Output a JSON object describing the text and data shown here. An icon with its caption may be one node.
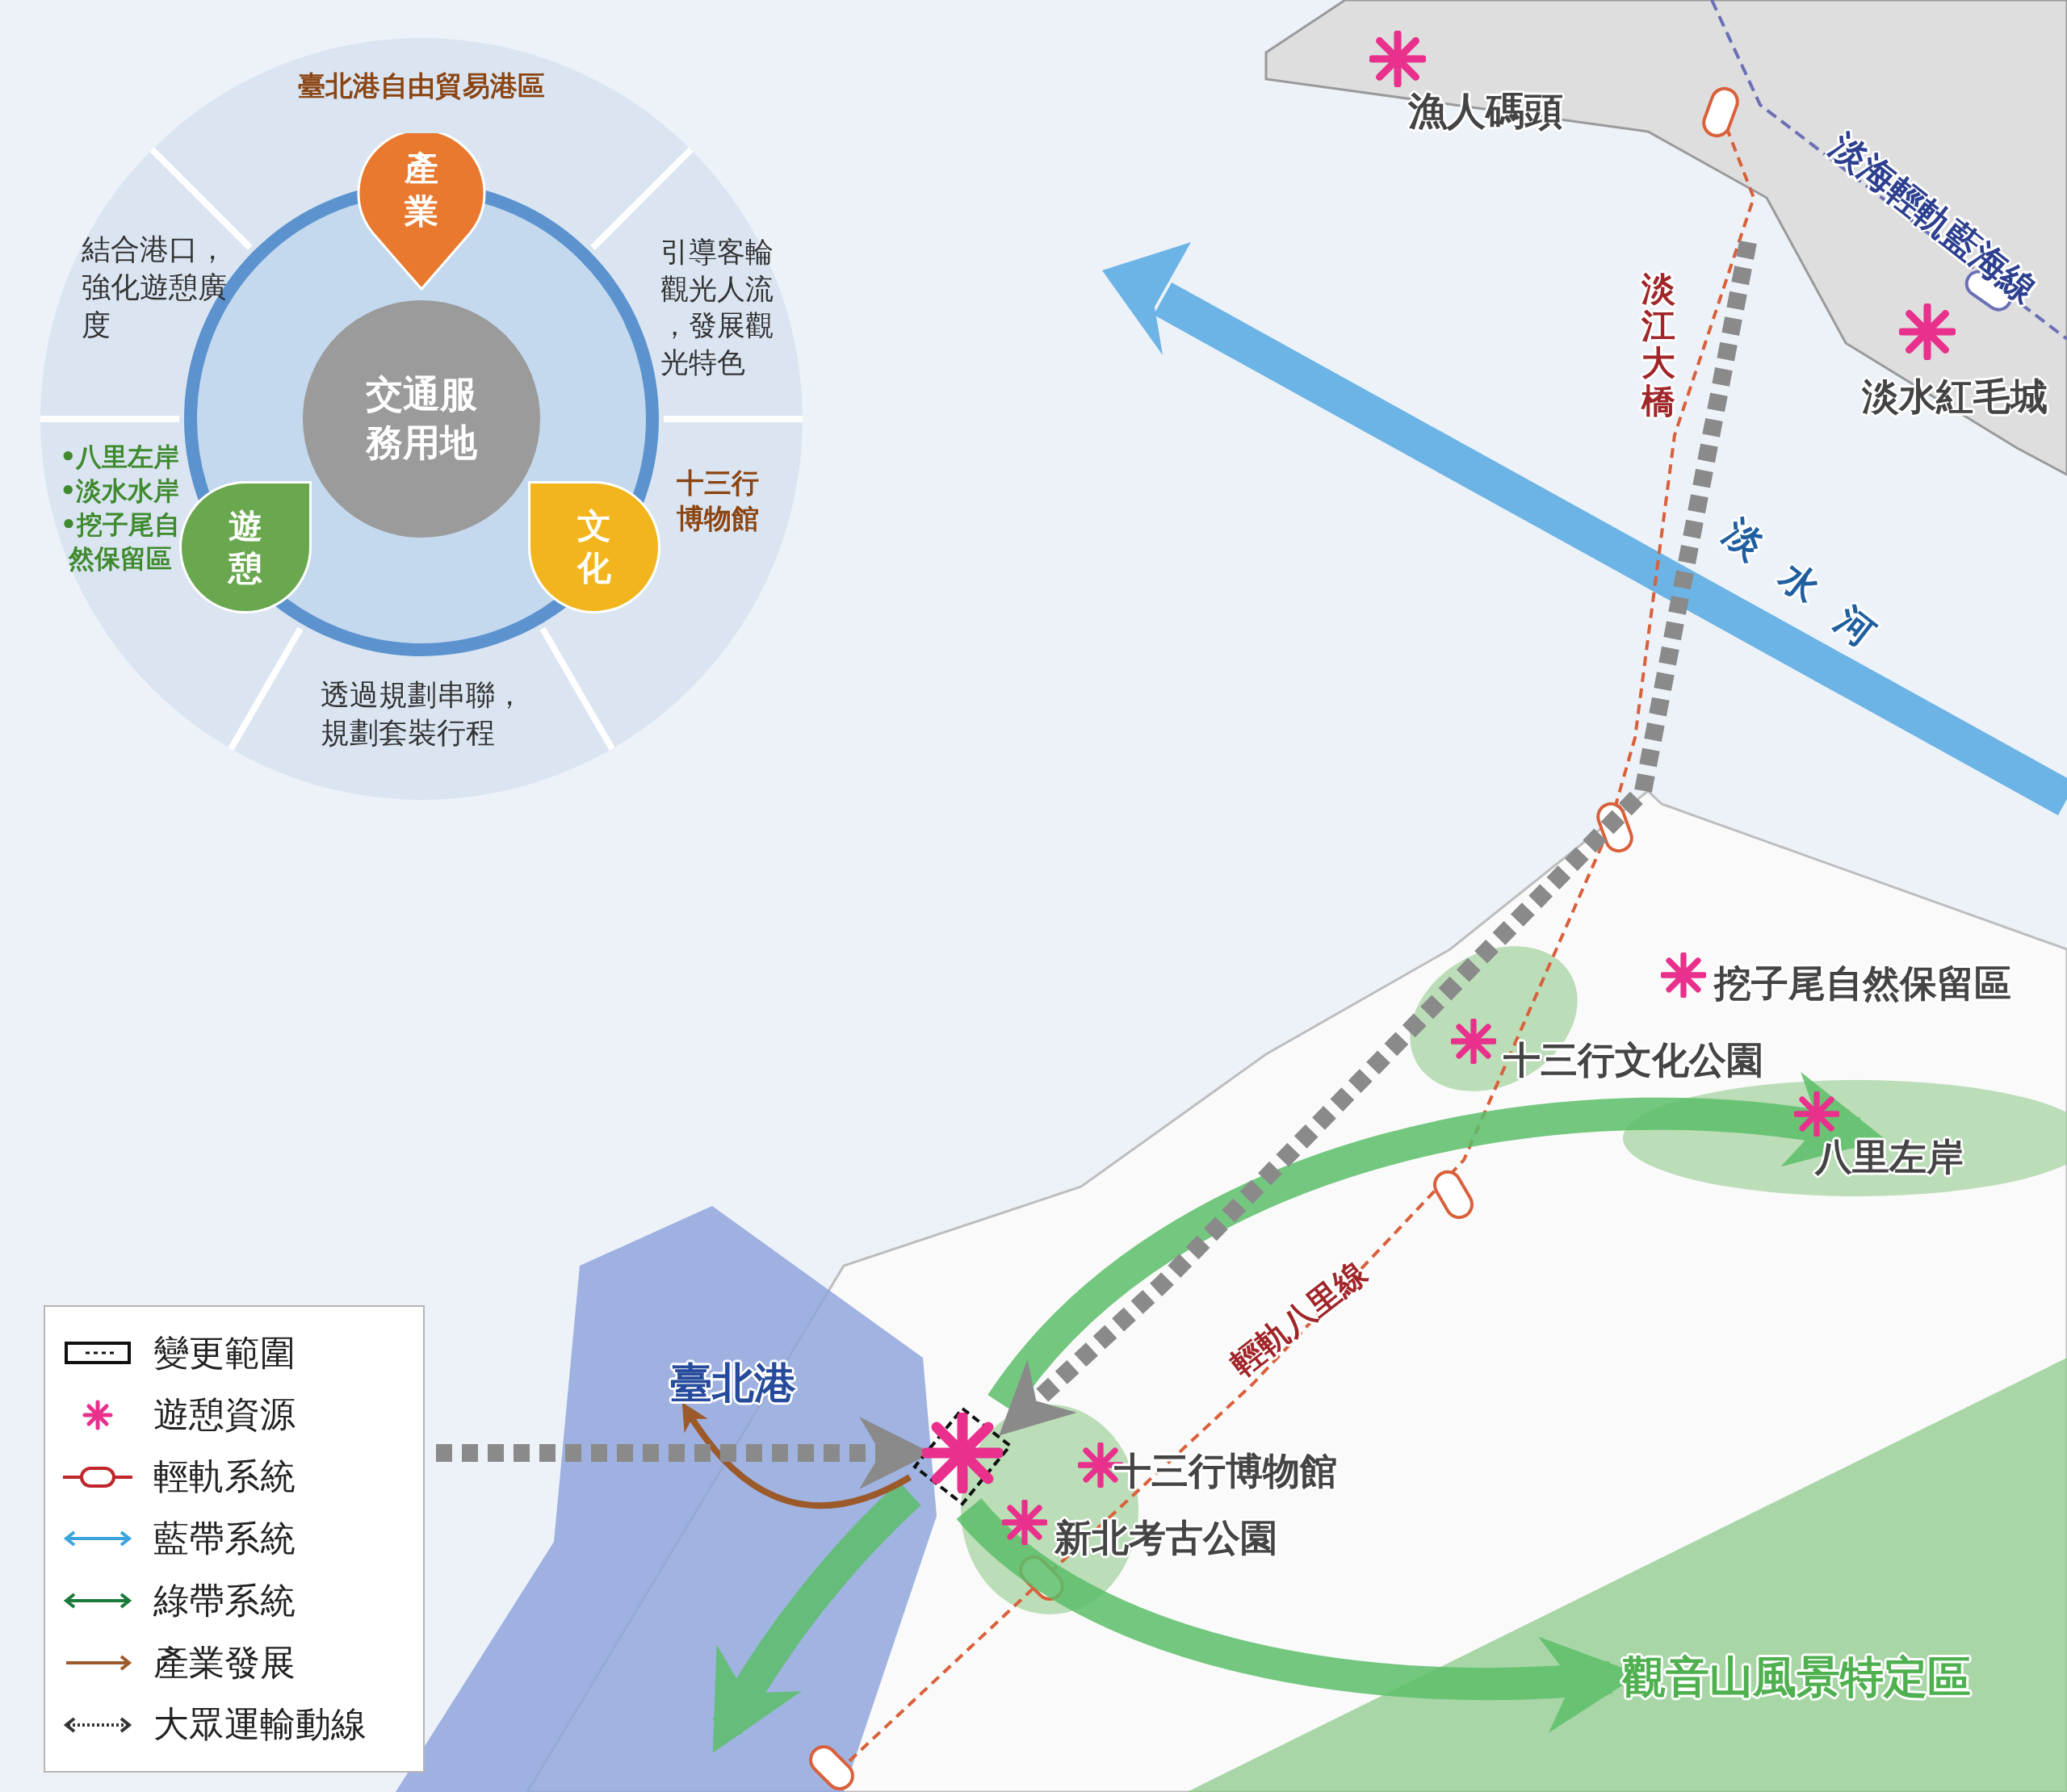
{
  "diagram": {
    "nodes": [
      {
        "text": [
          "交通服務用地"
        ]
      },
      {
        "text": [
          "產業"
        ],
        "beside": [
          "臺北港自由貿易港區"
        ]
      },
      {
        "text": [
          "遊憩"
        ],
        "beside": [
          "•八里左岸",
          "•淡水水岸",
          "•挖子尾自然保留區"
        ]
      },
      {
        "text": [
          "文化"
        ],
        "beside": [
          "十三行博物館"
        ]
      },
      {
        "text": [
          "臺北港"
        ]
      },
      {
        "text": [],
        "shape": "box"
      },
      {
        "text": [
          "八里左岸"
        ]
      },
      {
        "text": [
          "觀音山風景特定區"
        ]
      }
    ],
    "edges": [
      {
        "from": 5,
        "to": 6,
        "arrow": "to",
        "style": "thick"
      },
      {
        "from": 5,
        "to": 7,
        "arrow": "to",
        "style": "thick"
      },
      {
        "from": 5,
        "to": null,
        "arrow": "to",
        "style": "thick"
      },
      {
        "from": 5,
        "to": 4,
        "arrow": "to",
        "color": "#9c5a2a"
      },
      {
        "from": null,
        "to": 5,
        "arrow": "to",
        "style": "dashed",
        "color": "#8a8a8a"
      },
      {
        "from": null,
        "to": 5,
        "arrow": "to",
        "style": "dashed",
        "color": "#8a8a8a"
      }
    ],
    "labels": [
      "結合港口，強化遊憩廣度",
      "引導客輪觀光人流，發展觀光特色",
      "透過規劃串聯，規劃套裝行程",
      "漁人碼頭",
      "淡海輕軌藍海線",
      "淡水紅毛城",
      "淡江大橋",
      "淡水河",
      "挖子尾自然保留區",
      "十三行文化公園",
      "輕軌八里線",
      "十三行博物館",
      "新北考古公園"
    ],
    "legend": [
      {
        "text": "變更範圍"
      },
      {
        "text": "遊憩資源"
      },
      {
        "text": "輕軌系統"
      },
      {
        "text": "藍帶系統"
      },
      {
        "text": "綠帶系統"
      },
      {
        "text": "產業發展"
      },
      {
        "text": "大眾運輸動線"
      }
    ]
  }
}
